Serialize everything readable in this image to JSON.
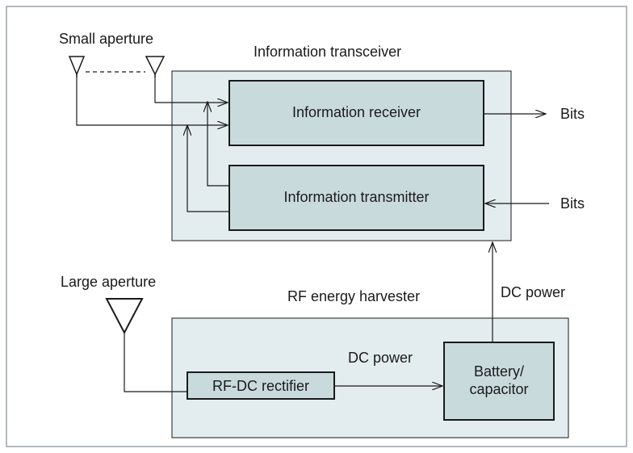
{
  "diagram": {
    "antennas": {
      "small_aperture": "Small aperture",
      "large_aperture": "Large aperture"
    },
    "transceiver": {
      "title": "Information transceiver",
      "receiver": "Information receiver",
      "transmitter": "Information transmitter"
    },
    "harvester": {
      "title": "RF energy harvester",
      "rectifier": "RF-DC rectifier",
      "battery_line1": "Battery/",
      "battery_line2": "capacitor"
    },
    "signals": {
      "bits_out": "Bits",
      "bits_in": "Bits",
      "dc_power_internal": "DC power",
      "dc_power_to_transceiver": "DC power"
    },
    "colors": {
      "frame_border": "#9aa4aa",
      "container_fill": "#e3edef",
      "block_fill": "#c9dadd",
      "stroke": "#1a1a1a"
    }
  }
}
